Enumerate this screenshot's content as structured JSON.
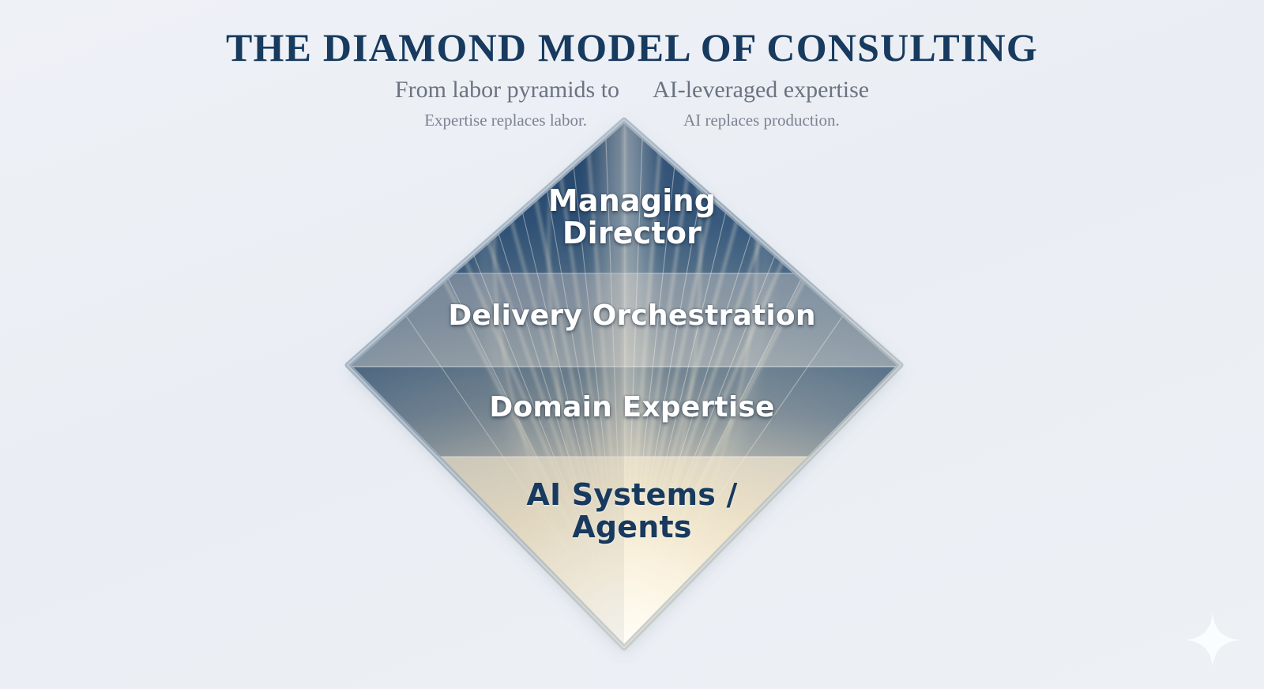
{
  "header": {
    "title": "THE DIAMOND MODEL OF CONSULTING",
    "subtitle_left": "From labor pyramids to",
    "subtitle_right": "AI-leveraged expertise",
    "tagline_left": "Expertise replaces labor.",
    "tagline_right": "AI replaces production."
  },
  "diagram": {
    "shape": "diamond",
    "bands": [
      {
        "id": "managing-director",
        "label": "Managing Director",
        "label_lines": [
          "Managing",
          "Director"
        ],
        "text_style": "light",
        "fill": "#2c4d70"
      },
      {
        "id": "delivery-orchestration",
        "label": "Delivery Orchestration",
        "label_lines": [
          "Delivery Orchestration"
        ],
        "text_style": "light",
        "fill": "#6f8299"
      },
      {
        "id": "domain-expertise",
        "label": "Domain Expertise",
        "label_lines": [
          "Domain Expertise"
        ],
        "text_style": "light",
        "fill": "#4c6885"
      },
      {
        "id": "ai-systems-agents",
        "label": "AI Systems / Agents",
        "label_lines": [
          "AI Systems /",
          "Agents"
        ],
        "text_style": "dark",
        "fill": "#d9d3c2"
      }
    ]
  },
  "decor": {
    "sparkle": "sparkle-icon"
  },
  "colors": {
    "background": "#eef1f6",
    "title_navy": "#173a5e",
    "subtitle_gray": "#6b7380",
    "tagline_gray": "#7b8290",
    "band_top_navy": "#2c4d70",
    "band_mid_slate": "#6f8299",
    "band_lower_blue": "#4c6885",
    "band_bottom_cream": "#f3ecdc",
    "label_light": "#ffffff",
    "label_dark": "#173a5e",
    "diamond_rim": "#8fa3b5"
  }
}
